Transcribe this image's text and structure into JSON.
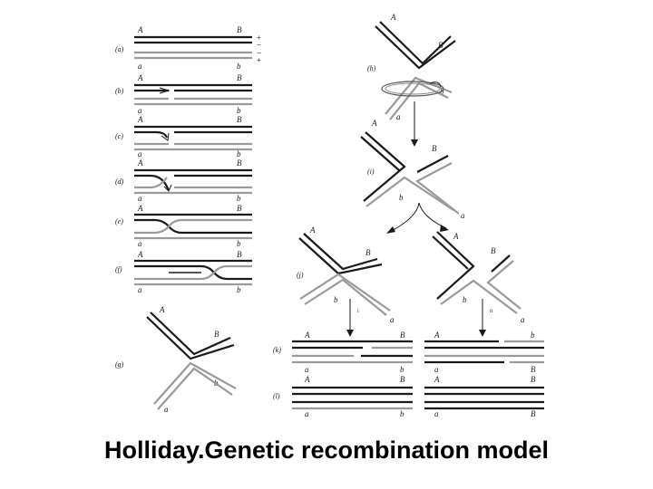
{
  "caption": "Holliday.Genetic recombination model",
  "steps": {
    "a": "(a)",
    "b": "(b)",
    "c": "(c)",
    "d": "(d)",
    "e": "(e)",
    "f": "(f)",
    "g": "(g)",
    "h": "(h)",
    "i": "(i)",
    "j": "(j)",
    "k": "(k)",
    "l": "(l)"
  },
  "alleles": {
    "A": "A",
    "B": "B",
    "a": "a",
    "b": "b"
  },
  "strand_signs": [
    "+",
    "−",
    "−",
    "+"
  ],
  "routes": {
    "i": "i",
    "ii": "ii"
  },
  "colors": {
    "dark_strand": "#1a1a1a",
    "light_strand": "#9a9a9a"
  }
}
